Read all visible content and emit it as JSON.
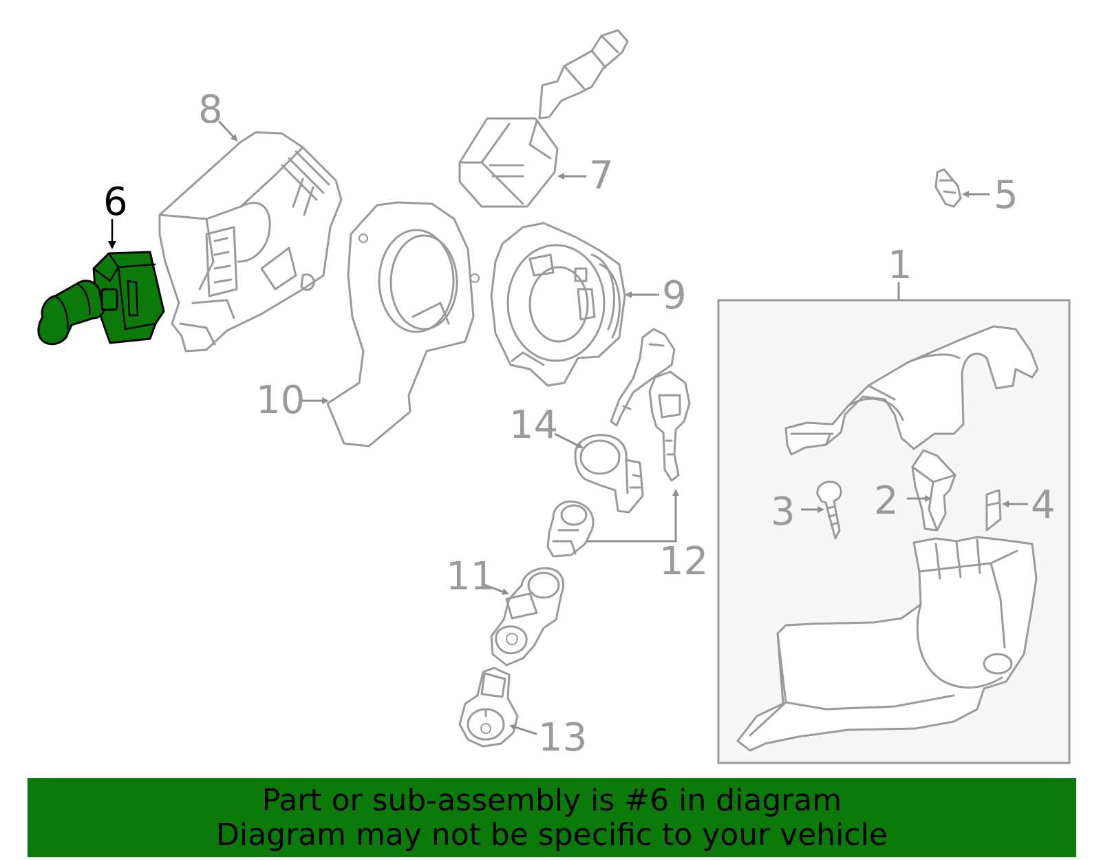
{
  "callouts": {
    "c1": "1",
    "c2": "2",
    "c3": "3",
    "c4": "4",
    "c5": "5",
    "c6": "6",
    "c7": "7",
    "c8": "8",
    "c9": "9",
    "c10": "10",
    "c11": "11",
    "c12": "12",
    "c13": "13",
    "c14": "14"
  },
  "highlighted_part": "6",
  "colors": {
    "highlight": "#0b7a0b",
    "line": "#9a9a9a",
    "banner": "#0b7a0b"
  },
  "banner": {
    "line1": "Part or sub-assembly is #6 in diagram",
    "line2": "Diagram may not be specific to your vehicle"
  }
}
